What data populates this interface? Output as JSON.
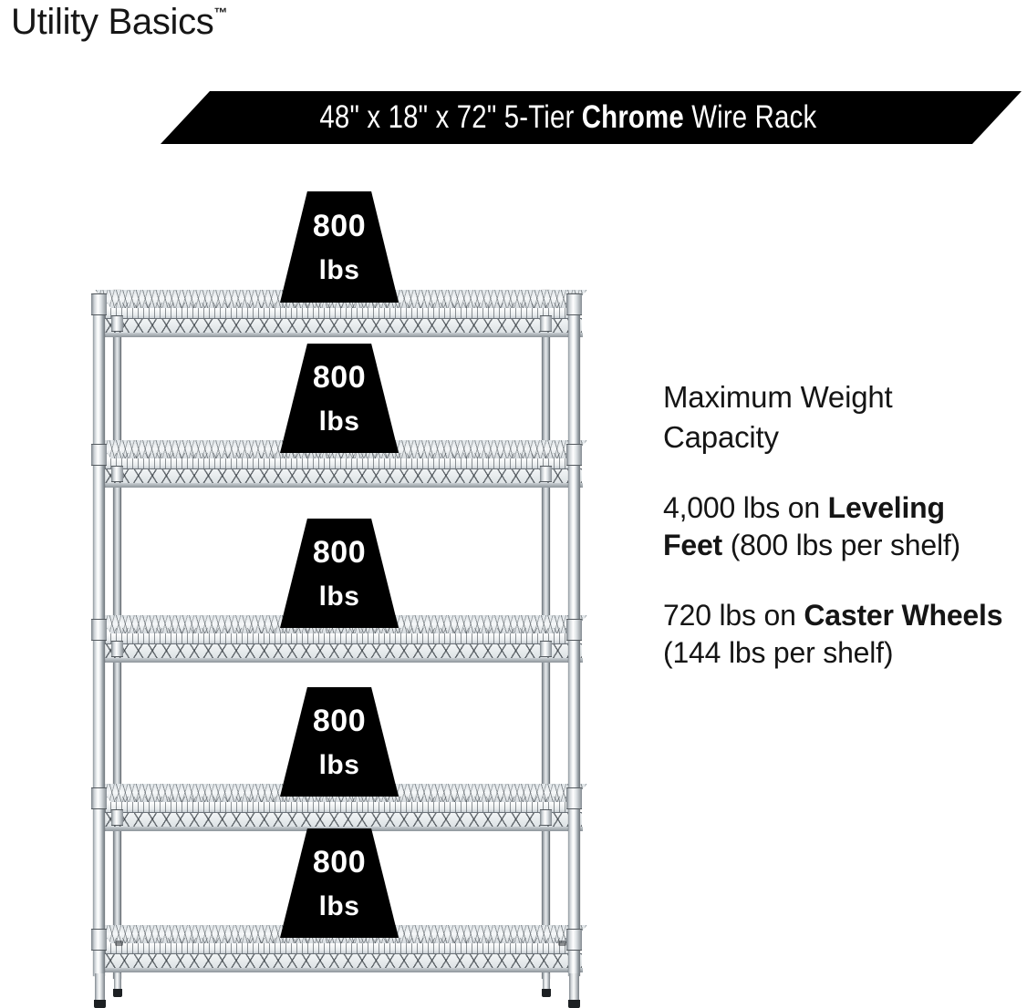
{
  "background_color": "#ffffff",
  "brand": {
    "name": "Utility Basics",
    "trademark": "™"
  },
  "banner": {
    "background_color": "#000000",
    "text_color": "#ffffff",
    "dimensions": "48\" x 18\" x 72\"",
    "tier": "5-Tier",
    "finish": "Chrome",
    "product_type": "Wire Rack",
    "full_text_plain": "48\" x 18\" x 72\" 5-Tier Chrome Wire Rack",
    "part_before_bold": "48\" x 18\" x 72\" 5-Tier ",
    "bold_part": "Chrome",
    "part_after_bold": " Wire Rack"
  },
  "product": {
    "shelf_count": 5,
    "finish": "chrome",
    "badges": [
      {
        "value": "800",
        "unit": "lbs"
      },
      {
        "value": "800",
        "unit": "lbs"
      },
      {
        "value": "800",
        "unit": "lbs"
      },
      {
        "value": "800",
        "unit": "lbs"
      },
      {
        "value": "800",
        "unit": "lbs"
      }
    ]
  },
  "copy": {
    "heading": "Maximum Weight Capacity",
    "paragraph_1": {
      "lead": "4,000 lbs on ",
      "bold": "Leveling Feet",
      "tail": " (800 lbs per shelf)",
      "plain": "4,000 lbs on Leveling Feet (800 lbs per shelf)"
    },
    "paragraph_2": {
      "lead": "720 lbs on ",
      "bold": "Caster Wheels",
      "tail": " (144 lbs per shelf)",
      "plain": "720 lbs on Caster Wheels (144 lbs per shelf)"
    }
  }
}
